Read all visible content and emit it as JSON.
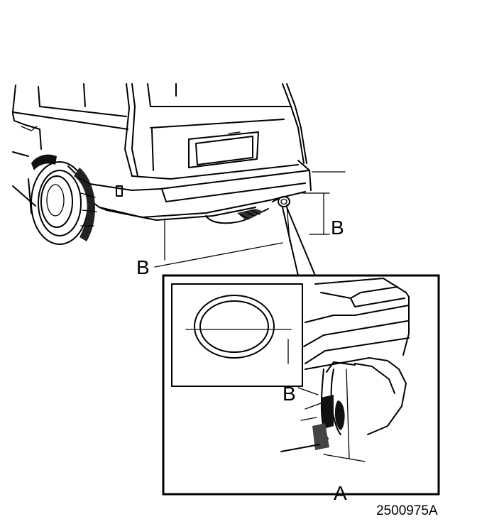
{
  "labels": {
    "b_right": "B",
    "b_left": "B",
    "b_inset": "B",
    "a": "A"
  },
  "figure_code": "2500975A"
}
